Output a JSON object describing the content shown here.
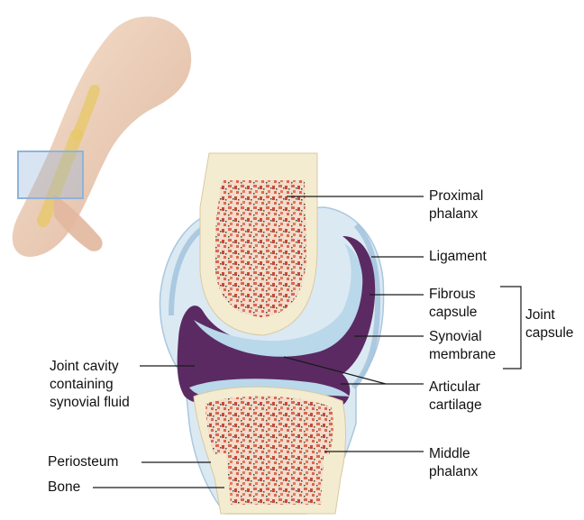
{
  "labels": {
    "proximal_phalanx": "Proximal\nphalanx",
    "ligament": "Ligament",
    "fibrous_capsule": "Fibrous\ncapsule",
    "synovial_membrane": "Synovial\nmembrane",
    "joint_capsule": "Joint\ncapsule",
    "articular_cartilage": "Articular\ncartilage",
    "middle_phalanx": "Middle\nphalanx",
    "joint_cavity": "Joint cavity\ncontaining\nsynovial fluid",
    "periosteum": "Periosteum",
    "bone": "Bone"
  },
  "colors": {
    "bone_marrow": "#d9684f",
    "bone_cortex": "#f4ecd0",
    "cartilage": "#b9d8ea",
    "synovial_cavity": "#5b2a63",
    "capsule": "#c9dfee",
    "skin": "#e8c7b0",
    "highlight_box": "#8fb3d9"
  }
}
